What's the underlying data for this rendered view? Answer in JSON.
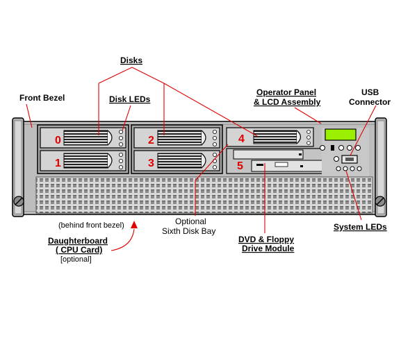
{
  "labels": {
    "disks": "Disks",
    "front_bezel": "Front Bezel",
    "disk_leds": "Disk LEDs",
    "operator_panel_1": "Operator Panel",
    "operator_panel_2": "& LCD Assembly",
    "usb_1": "USB",
    "usb_2": "Connector",
    "behind_bezel": "(behind front bezel)",
    "daughterboard_1": "Daughterboard",
    "daughterboard_2": "( CPU Card)",
    "daughterboard_3": "[optional]",
    "optional_bay_1": "Optional",
    "optional_bay_2": "Sixth Disk Bay",
    "dvd_1": "DVD & Floppy",
    "dvd_2": "Drive Module",
    "system_leds": "System LEDs"
  },
  "bays": [
    "0",
    "1",
    "2",
    "3",
    "4",
    "5"
  ],
  "colors": {
    "callout_line": "#e00000",
    "bay_number": "#e00000",
    "lcd": "#9af000",
    "chassis": "#c8c8c8"
  }
}
